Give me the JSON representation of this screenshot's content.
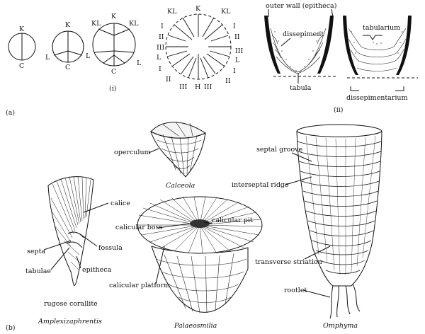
{
  "panel_labels": {
    "a": "(a)",
    "b": "(b)",
    "i": "(i)",
    "ii": "(ii)"
  },
  "septa_letters": {
    "K": "K",
    "C": "C",
    "L": "L",
    "KL": "KL",
    "H": "H",
    "I": "I",
    "II": "II",
    "III": "III"
  },
  "section_labels": {
    "outer_wall": "outer wall (epitheca)",
    "dissepiment": "dissepiment",
    "tabula": "tabula",
    "tabularium": "tabularium",
    "dissepimentarium": "dissepimentarium"
  },
  "specimen_labels": {
    "operculum": "operculum",
    "calicular_boss": "calicular boss",
    "calicular_pit": "calicular pit",
    "calice": "calice",
    "septa": "septa",
    "fossula": "fossula",
    "tabulae": "tabulae",
    "epitheca": "epitheca",
    "calicular_platform": "calicular platform",
    "rugose_corallite": "rugose corallite",
    "septal_groove": "septal groove",
    "interseptal_ridge": "interseptal ridge",
    "transverse_striation": "transverse striation",
    "rootlet": "rootlet"
  },
  "genus_names": {
    "calceola": "Calceola",
    "amplexizaphrentis": "Amplexizaphrentis",
    "palaeosmilia": "Palaeosmilia",
    "omphyma": "Omphyma"
  }
}
